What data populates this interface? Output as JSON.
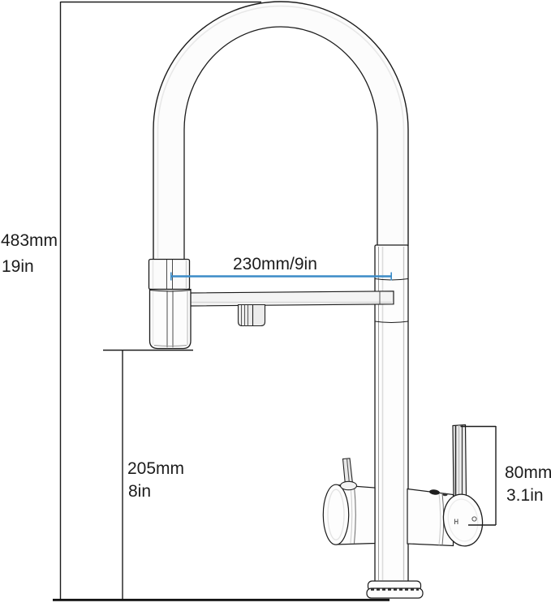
{
  "labels": {
    "total_height_mm": "483mm",
    "total_height_in": "19in",
    "spout_reach": "230mm/9in",
    "spout_height_mm": "205mm",
    "spout_height_in": "8in",
    "handle_height_mm": "80mm",
    "handle_height_in": "3.1in"
  },
  "colors": {
    "line": "#1c1c1c",
    "dimension_blue": "#3b8bc7",
    "background": "#ffffff"
  }
}
